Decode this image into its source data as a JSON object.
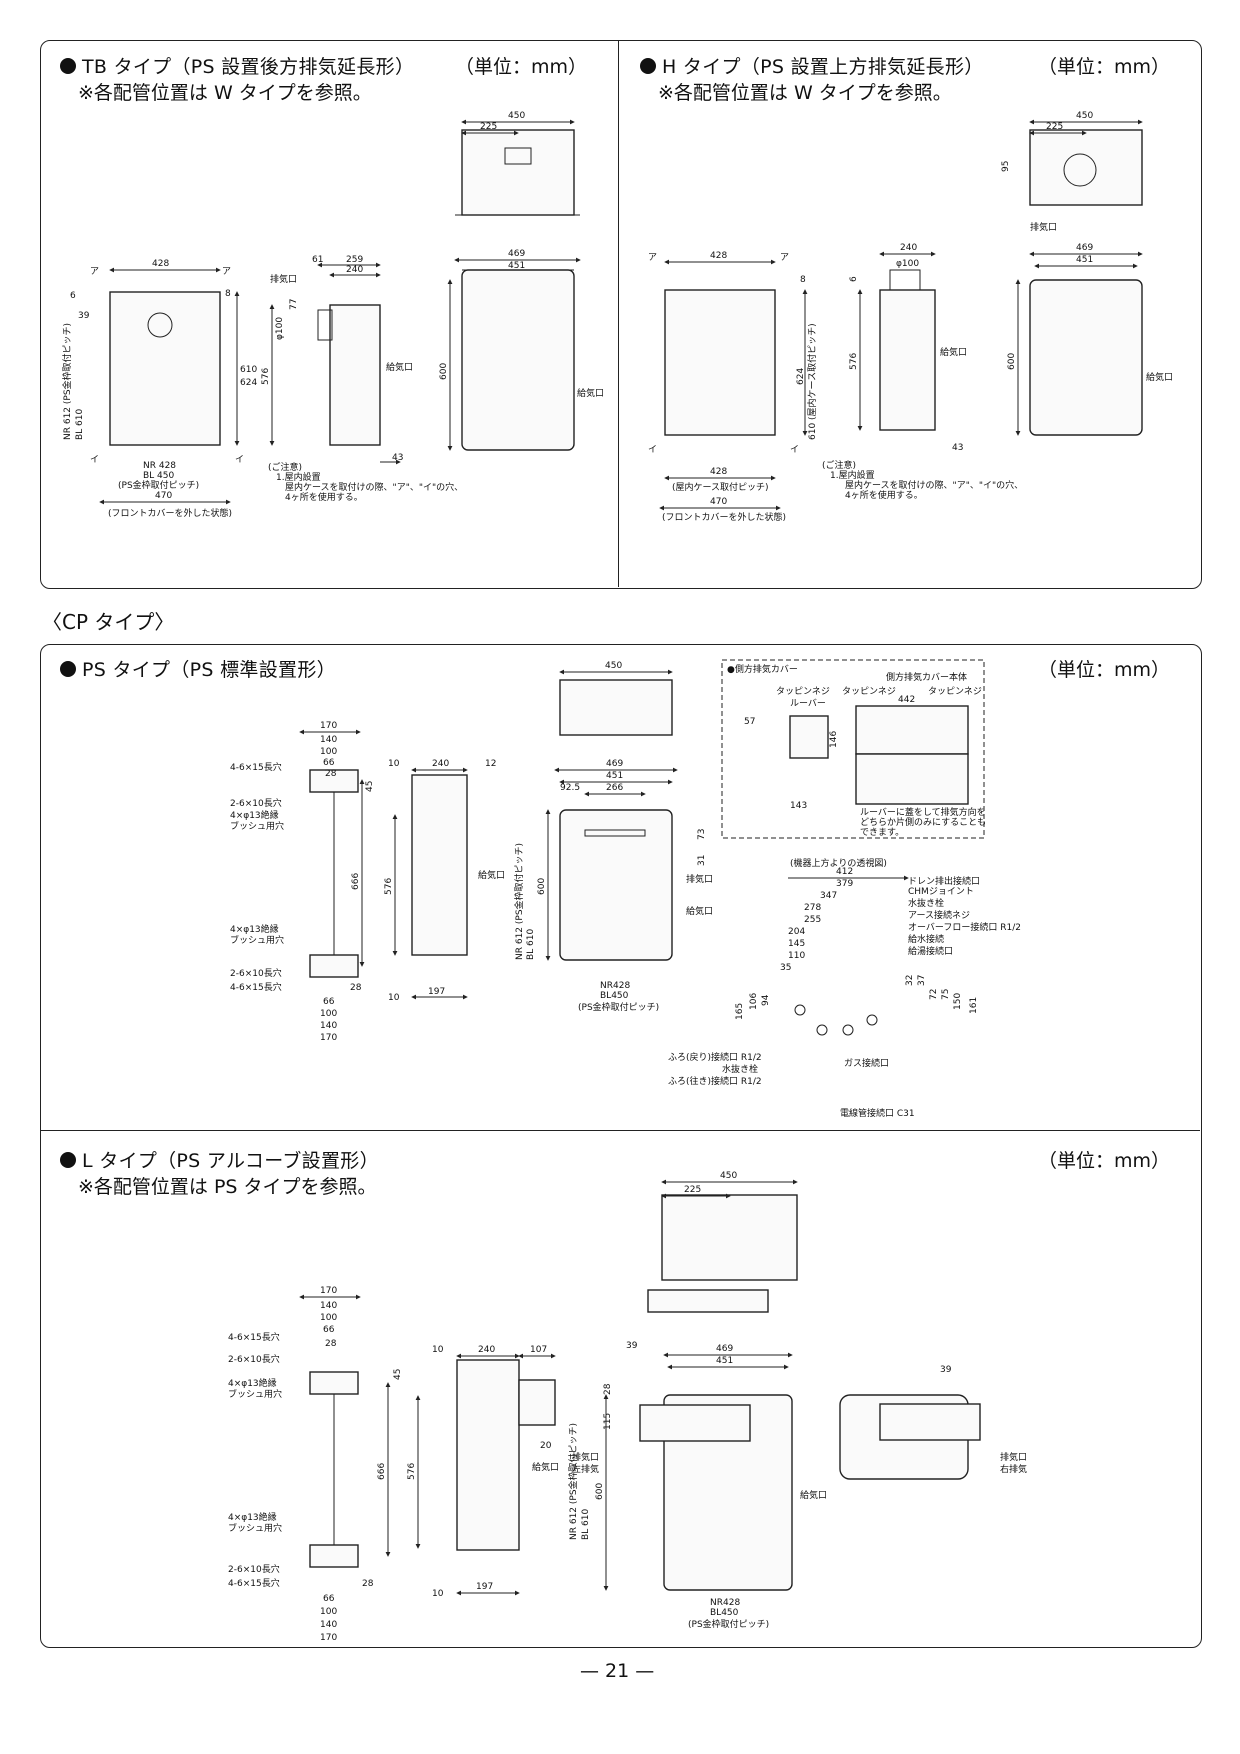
{
  "top_box": {
    "tb": {
      "title": "TB タイプ（PS 設置後方排気延長形）",
      "unit": "（単位：mm）",
      "note": "※各配管位置は W タイプを参照。",
      "labels": {
        "d450": "450",
        "d225": "225",
        "d428": "428",
        "d469": "469",
        "d451": "451",
        "d61": "61",
        "d259": "259",
        "d240": "240",
        "d77": "77",
        "phi100": "φ100",
        "d6": "6",
        "d39": "39",
        "d8": "8",
        "d610": "610",
        "d624": "624",
        "d576": "576",
        "d600": "600",
        "d43": "43",
        "a1": "ア",
        "a2": "ア",
        "i1": "イ",
        "i2": "イ",
        "vent": "排気口",
        "intake1": "給気口",
        "intake2": "給気口",
        "pitch_v": "NR 612 (PS金枠取付ピッチ)",
        "pitch_v2": "BL 610",
        "nr": "NR 428",
        "bl": "BL 450",
        "pitch_h": "(PS金枠取付ピッチ)",
        "d470": "470",
        "front": "(フロントカバーを外した状態)",
        "caution_title": "(ご注意)",
        "caution_1": "1.屋内設置",
        "caution_2": "屋内ケースを取付けの際、\"ア\"、\"イ\"の穴、",
        "caution_3": "4ヶ所を使用する。"
      }
    },
    "h": {
      "title": "H タイプ（PS 設置上方排気延長形）",
      "unit": "（単位：mm）",
      "note": "※各配管位置は W タイプを参照。",
      "labels": {
        "d450": "450",
        "d225": "225",
        "d95": "95",
        "vent": "排気口",
        "d428": "428",
        "d240": "240",
        "phi100": "φ100",
        "d469": "469",
        "d451": "451",
        "d6": "6",
        "d8": "8",
        "d624": "624",
        "d576": "576",
        "d600": "600",
        "d610": "610 (屋内ケース取付ピッチ)",
        "d43": "43",
        "a1": "ア",
        "a2": "ア",
        "i1": "イ",
        "i2": "イ",
        "intake1": "給気口",
        "intake2": "給気口",
        "b428": "428",
        "pitch": "(屋内ケース取付ピッチ)",
        "d470": "470",
        "front": "(フロントカバーを外した状態)",
        "caution_title": "(ご注意)",
        "caution_1": "1.屋内設置",
        "caution_2": "屋内ケースを取付けの際、\"ア\"、\"イ\"の穴、",
        "caution_3": "4ヶ所を使用する。"
      }
    }
  },
  "cp_label": "〈CP タイプ〉",
  "ps": {
    "title": "PS タイプ（PS 標準設置形）",
    "unit": "（単位：mm）",
    "labels": {
      "d170": "170",
      "d140": "140",
      "d100": "100",
      "d66": "66",
      "d28": "28",
      "slot15": "4-6×15長穴",
      "slot10": "2-6×10長穴",
      "hole13a": "4×φ13絶縁",
      "hole13b": "ブッシュ用穴",
      "d45": "45",
      "d666": "666",
      "d576": "576",
      "d10": "10",
      "d240": "240",
      "d12": "12",
      "d197": "197",
      "d450": "450",
      "d469": "469",
      "d451": "451",
      "d925": "92.5",
      "d266": "266",
      "d73": "73",
      "d31": "31",
      "d600": "600",
      "pitch_v": "NR 612 (PS金枠取付ピッチ)",
      "pitch_v2": "BL 610",
      "nr": "NR428",
      "bl": "BL450",
      "pitch_h": "(PS金枠取付ピッチ)",
      "vent": "排気口",
      "intake1": "給気口",
      "intake2": "給気口",
      "cover_title": "●側方排気カバー",
      "screw1": "タッピンネジ",
      "louver": "ルーバー",
      "screw2": "タッピンネジ",
      "cover_body": "側方排気カバー本体",
      "screw3": "タッピンネジ",
      "d442": "442",
      "d57": "57",
      "d146": "146",
      "d143": "143",
      "louver_note1": "ルーバーに蓋をして排気方向を",
      "louver_note2": "どちらか片側のみにすることも",
      "louver_note3": "できます。",
      "top_view": "(機器上方よりの透視図)",
      "d412": "412",
      "d379": "379",
      "d347": "347",
      "d278": "278",
      "d255": "255",
      "d204": "204",
      "d145": "145",
      "d110": "110",
      "d35": "35",
      "d165": "165",
      "d106": "106",
      "d94": "94",
      "d32": "32",
      "d37": "37",
      "d72": "72",
      "d75": "75",
      "d150": "150",
      "d161": "161",
      "drain": "ドレン排出接続口",
      "chm": "CHMジョイント",
      "valve1": "水抜き栓",
      "earth": "アース接続ネジ",
      "overflow": "オーバーフロー接続口 R1/2",
      "water_in": "給水接続",
      "hot_out": "給湯接続口",
      "bath_return": "ふろ(戻り)接続口 R1/2",
      "valve2": "水抜き栓",
      "bath_go": "ふろ(往き)接続口 R1/2",
      "gas": "ガス接続口",
      "conduit": "電線管接続口 C31"
    }
  },
  "l": {
    "title": "L タイプ（PS アルコーブ設置形）",
    "unit": "（単位：mm）",
    "note": "※各配管位置は PS タイプを参照。",
    "labels": {
      "d450": "450",
      "d225": "225",
      "d170": "170",
      "d140": "140",
      "d100": "100",
      "d66": "66",
      "d28": "28",
      "slot15": "4-6×15長穴",
      "slot10": "2-6×10長穴",
      "hole13a": "4×φ13絶縁",
      "hole13b": "ブッシュ用穴",
      "d45": "45",
      "d666": "666",
      "d576": "576",
      "d10": "10",
      "d240": "240",
      "d107": "107",
      "d197": "197",
      "d20": "20",
      "d39": "39",
      "d469": "469",
      "d451": "451",
      "d28b": "28",
      "d115": "115",
      "d600": "600",
      "vent_l": "排気口",
      "vent_l2": "左排気",
      "vent_r": "排気口",
      "vent_r2": "右排気",
      "intake1": "給気口",
      "intake2": "給気口",
      "pitch_v": "NR 612 (PS金枠取付ピッチ)",
      "pitch_v2": "BL 610",
      "nr": "NR428",
      "bl": "BL450",
      "pitch_h": "(PS金枠取付ピッチ)",
      "d39r": "39"
    }
  },
  "page_number": "— 21 —"
}
